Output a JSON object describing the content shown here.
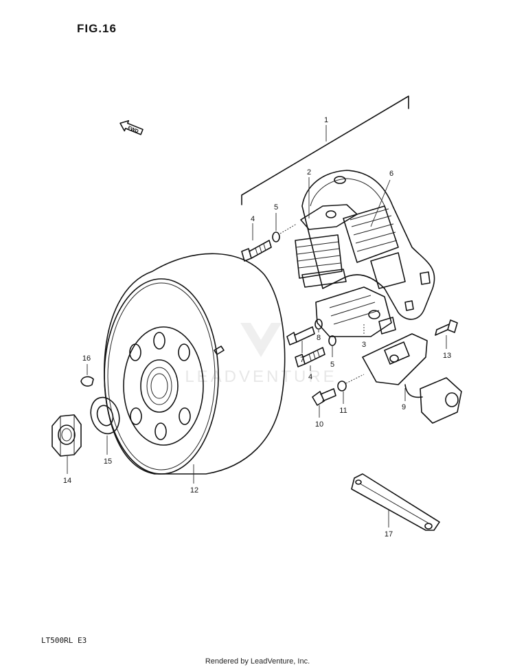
{
  "figure": {
    "title": "FIG.16"
  },
  "fwd_arrow": {
    "label": "FWD"
  },
  "watermark": {
    "brand": "LEADVENTURE"
  },
  "callouts": {
    "c1": "1",
    "c2": "2",
    "c3": "3",
    "c4a": "4",
    "c4b": "4",
    "c5a": "5",
    "c5b": "5",
    "c6": "6",
    "c7": "7",
    "c8": "8",
    "c9": "9",
    "c10": "10",
    "c11": "11",
    "c12": "12",
    "c13": "13",
    "c14": "14",
    "c15": "15",
    "c16": "16",
    "c17": "17"
  },
  "model_code": "LT500RL  E3",
  "footer": {
    "credit": "Rendered by LeadVenture, Inc."
  }
}
